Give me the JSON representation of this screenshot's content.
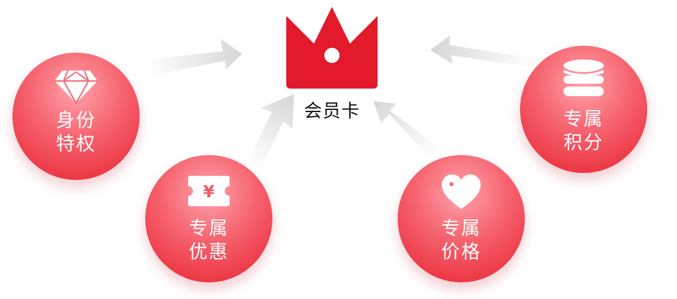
{
  "center": {
    "label": "会员卡",
    "icon": "crown-icon",
    "color": "#e3192c"
  },
  "benefits": [
    {
      "icon": "diamond-icon",
      "line1": "身份",
      "line2": "特权"
    },
    {
      "icon": "yuan-ticket-icon",
      "icon_text": "¥",
      "line1": "专属",
      "line2": "优惠"
    },
    {
      "icon": "heart-icon",
      "line1": "专属",
      "line2": "价格"
    },
    {
      "icon": "coin-stack-icon",
      "line1": "专属",
      "line2": "积分"
    }
  ],
  "colors": {
    "circle_dark": "#e8212f",
    "circle_light": "#ffa3ab",
    "arrow": "#dcdcdc"
  }
}
